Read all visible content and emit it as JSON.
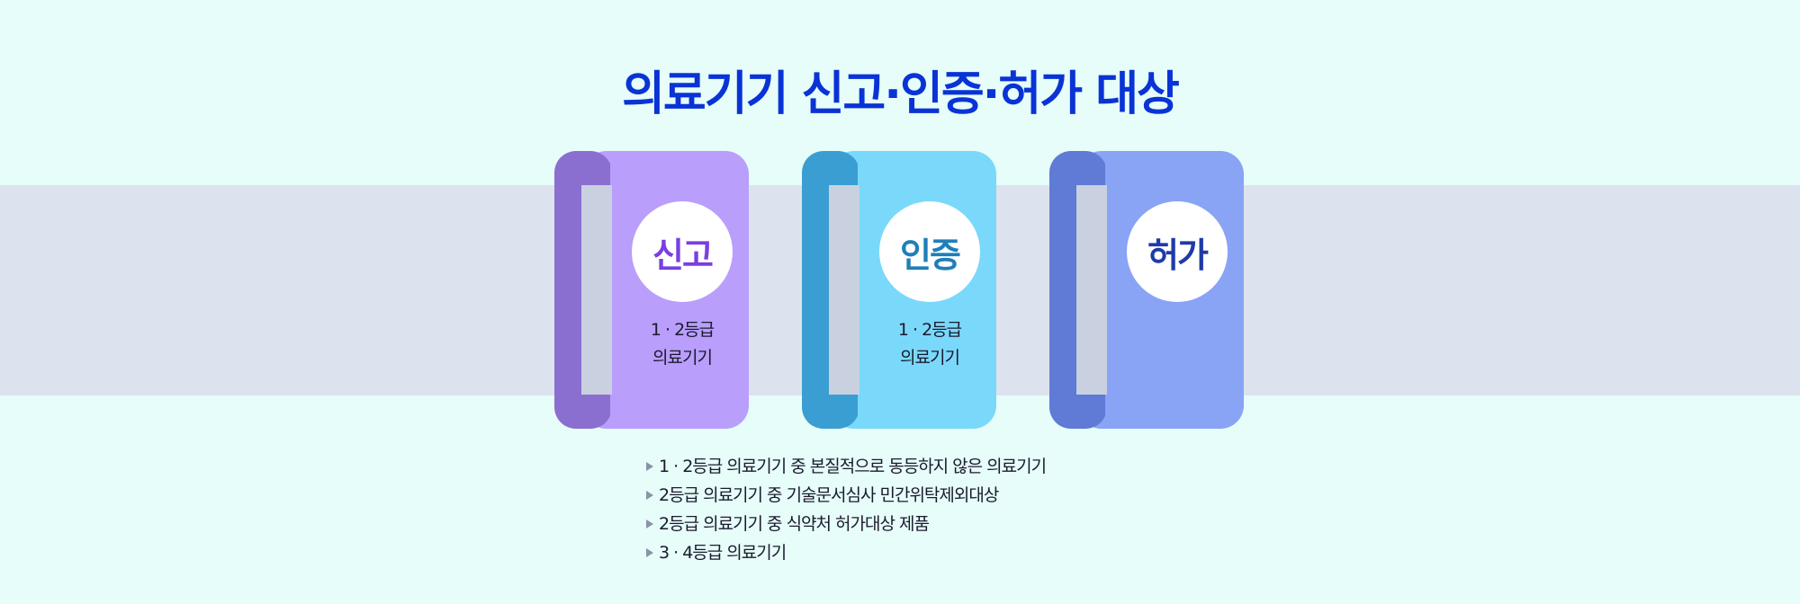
{
  "title": "의료기기 신고·인증·허가 대상",
  "cards": [
    {
      "badge": "신고",
      "sub1": "1 · 2등급",
      "sub2": "의료기기",
      "colors": {
        "front": "#b99efb",
        "back": "#8b6fd0",
        "text": "#7a3fe0"
      }
    },
    {
      "badge": "인증",
      "sub1": "1 · 2등급",
      "sub2": "의료기기",
      "colors": {
        "front": "#7ad8fb",
        "back": "#3a9ed2",
        "text": "#1f7fb8"
      }
    },
    {
      "badge": "허가",
      "sub1": "",
      "sub2": "",
      "colors": {
        "front": "#89a4f5",
        "back": "#5f7bd6",
        "text": "#1f3aa8"
      }
    }
  ],
  "list": [
    "1 · 2등급 의료기기 중 본질적으로 동등하지 않은 의료기기",
    "2등급 의료기기 중 기술문서심사 민간위탁제외대상",
    "2등급 의료기기 중 식약처 허가대상 제품",
    "3 · 4등급 의료기기"
  ],
  "icon": "triangle-right-icon"
}
